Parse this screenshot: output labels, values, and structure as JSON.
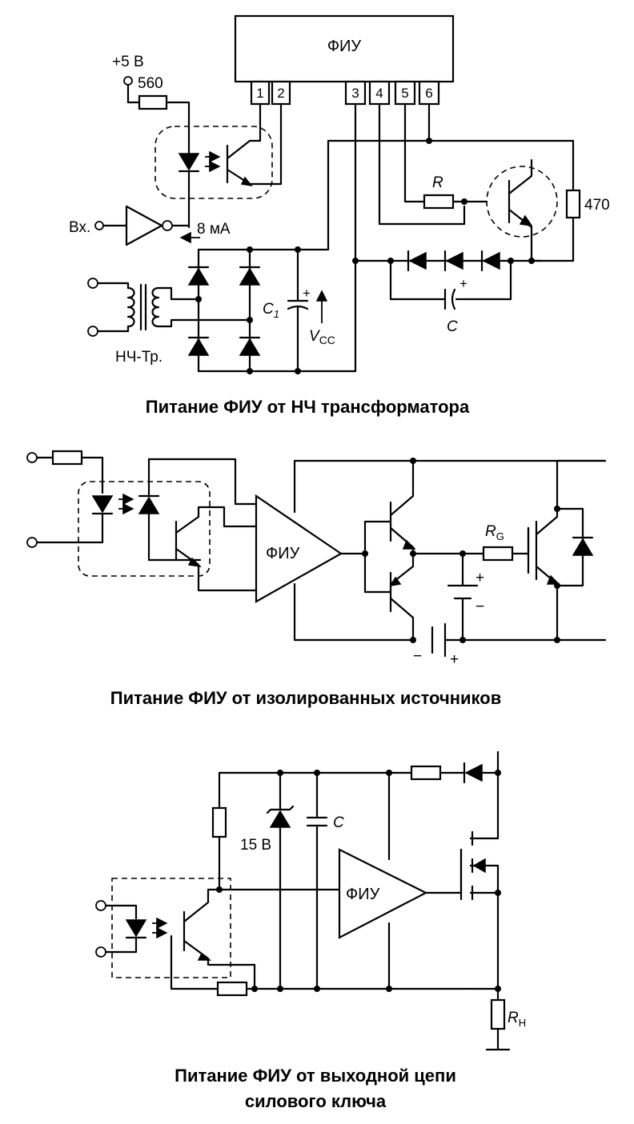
{
  "diagram1": {
    "fiu_label": "ФИУ",
    "pins": [
      "1",
      "2",
      "3",
      "4",
      "5",
      "6"
    ],
    "supply_label": "+5 В",
    "r_input": "560",
    "input_label": "Вх.",
    "current_label": "8 мА",
    "resistor_r": "R",
    "resistor_470": "470",
    "cap_c1": "C",
    "cap_c1_sub": "1",
    "vcc": "V",
    "vcc_sub": "CC",
    "cap_c": "C",
    "transformer_label": "НЧ-Тр.",
    "caption": "Питание ФИУ от НЧ трансформатора"
  },
  "diagram2": {
    "fiu_label": "ФИУ",
    "rg": "R",
    "rg_sub": "G",
    "plus": "+",
    "minus": "−",
    "caption": "Питание ФИУ от изолированных источников"
  },
  "diagram3": {
    "fiu_label": "ФИУ",
    "cap_c": "C",
    "zener_label": "15 В",
    "rh": "R",
    "rh_sub": "Н",
    "caption_line1": "Питание ФИУ от выходной цепи",
    "caption_line2": "силового ключа"
  }
}
